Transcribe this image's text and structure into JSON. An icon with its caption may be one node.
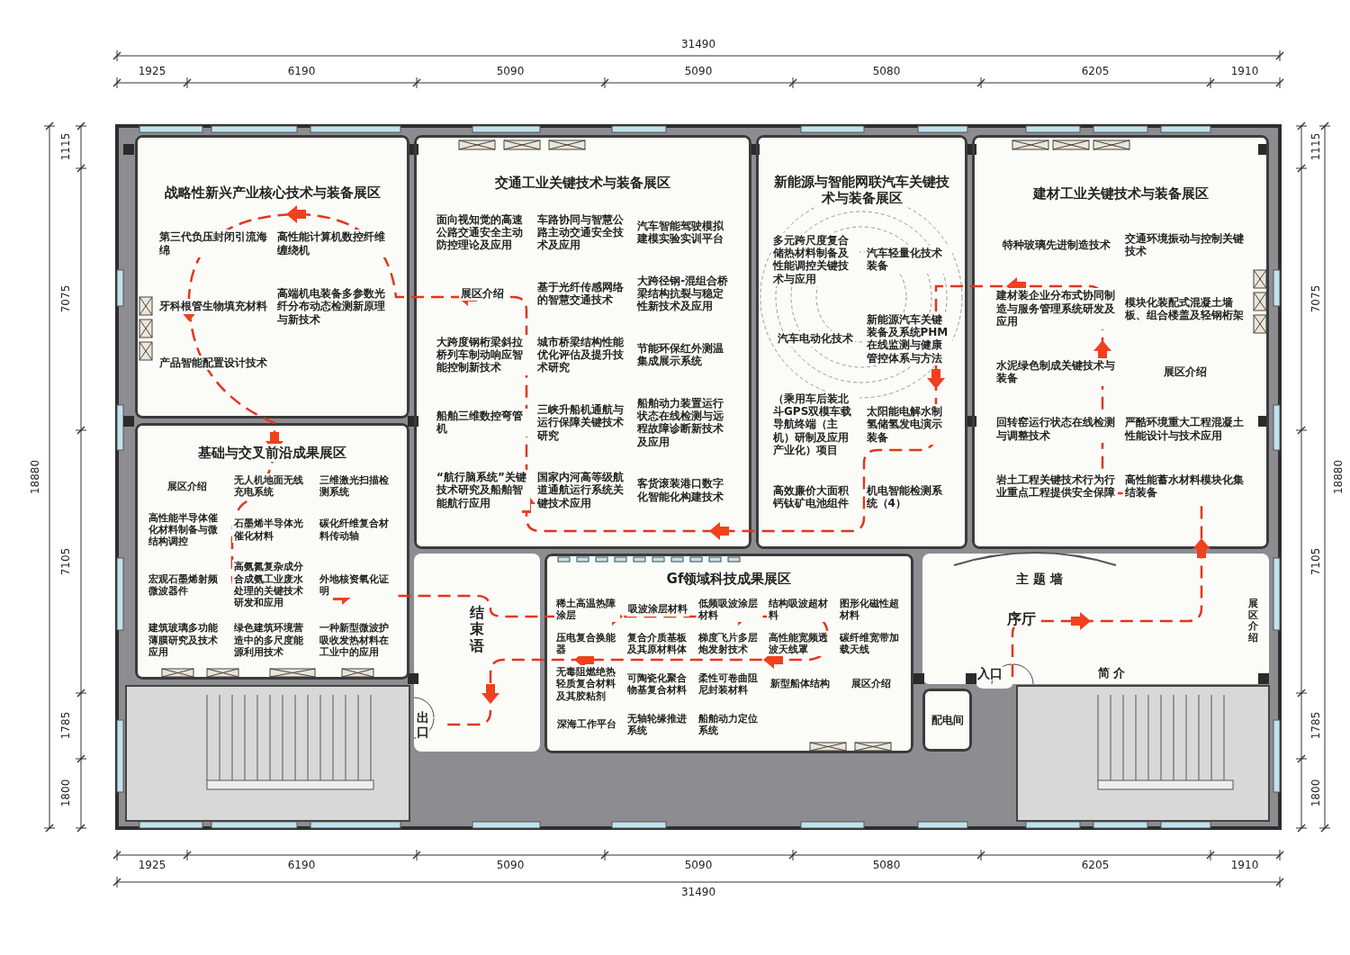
{
  "diagram": {
    "nodes": [
      {
        "text": [
          "战略性新兴产业核心技术与装备展区",
          "第三代负压封闭引流海绵",
          "高性能计算机数控纤维缠绕机",
          "牙科根管生物填充材料",
          "高端机电装备多参数光纤分布动态检测新原理与新技术",
          "产品智能配置设计技术"
        ]
      },
      {
        "text": [
          "交通工业关键技术与装备展区",
          "面向视知觉的高速公路交通安全主动防控理论及应用",
          "车路协同与智慧公路主动交通安全技术及应用",
          "汽车智能驾驶模拟建模实验实训平台",
          "展区介绍",
          "基于光纤传感网络的智慧交通技术",
          "大跨径钢-混组合桥梁结构抗裂与稳定性新技术及应用",
          "大跨度钢桁梁斜拉桥列车制动响应智能控制新技术",
          "城市桥梁结构性能优化评估及提升技术研究",
          "节能环保红外测温集成展示系统",
          "船舶三维数控弯管机",
          "三峡升船机通航与运行保障关键技术研究",
          "船舶动力装置运行状态在线检测与远程故障诊断新技术及应用",
          "“航行脑系统”关键技术研究及船舶智能航行应用",
          "国家内河高等级航道通航运行系统关键技术应用",
          "客货滚装港口数字化智能化构建技术"
        ]
      },
      {
        "text": [
          "新能源与智能网联汽车关键技术与装备展区",
          "多元跨尺度复合储热材料制备及性能调控关键技术与应用",
          "汽车轻量化技术装备",
          "汽车电动化技术",
          "新能源汽车关键装备及系统PHM在线监测与健康管控体系与方法",
          "（乘用车后装北斗GPS双模车载导航终端（主机）研制及应用产业化）项目",
          "太阳能电解水制氢储氢发电演示装备",
          "高效廉价大面积钙钛矿电池组件",
          "机电智能检测系统（4）"
        ]
      },
      {
        "text": [
          "建材工业关键技术与装备展区",
          "特种玻璃先进制造技术",
          "交通环境振动与控制关键技术",
          "建材装企业分布式协同制造与服务管理系统研发及应用",
          "模块化装配式混凝土墙板、组合楼盖及轻钢桁架",
          "水泥绿色制成关键技术与装备",
          "展区介绍",
          "回转窑运行状态在线检测与调整技术",
          "严酷环境重大工程混凝土性能设计与技术应用",
          "岩土工程关键技术行为行业重点工程提供安全保障",
          "高性能蓄水材料模块化集结装备"
        ]
      },
      {
        "text": [
          "基础与交叉前沿成果展区",
          "展区介绍",
          "无人机地面无线充电系统",
          "三维激光扫描检测系统",
          "高性能半导体催化材料制备与微结构调控",
          "石墨烯半导体光催化材料",
          "碳化纤维复合材料传动轴",
          "宏观石墨烯射频微波器件",
          "高氨氮复杂成分合成氨工业废水处理的关键技术研发和应用",
          "外地核资氧化证明",
          "建筑玻璃多功能薄膜研究及技术应用",
          "绿色建筑环境营造中的多尺度能源利用技术",
          "一种新型微波护吸收发热材料在工业中的应用"
        ]
      },
      {
        "text": [
          "Gf领域科技成果展区",
          "稀土高温热障涂层",
          "吸波涂层材料",
          "低频吸波涂层材料",
          "结构吸波超材料",
          "图形化磁性超材料",
          "压电复合换能器",
          "复合介质基板及其原材料体",
          "梯度飞片多层炮发射技术",
          "高性能宽频透波天线罩",
          "碳纤维宽带加载天线",
          "无毒阻燃绝热轻质复合材料及其胶粘剂",
          "可陶瓷化聚合物基复合材料",
          "柔性可卷曲阻尼封装材料",
          "新型船体结构",
          "展区介绍",
          "深海工作平台",
          "无轴轮缘推进系统",
          "船舶动力定位系统"
        ]
      },
      {
        "text": [
          "配电间"
        ]
      }
    ],
    "labels": [
      "31490",
      "1925",
      "6190",
      "5090",
      "5090",
      "5080",
      "6205",
      "1910",
      "18880",
      "1115",
      "7075",
      "7105",
      "1785",
      "1800",
      "18880",
      "1115",
      "7075",
      "7105",
      "1785",
      "1800",
      "主 题 墙",
      "结束语",
      "序厅",
      "展区介绍",
      "入口",
      "简 介",
      "出口",
      "1925",
      "6190",
      "5090",
      "5090",
      "5080",
      "6205",
      "1910",
      "31490"
    ]
  }
}
